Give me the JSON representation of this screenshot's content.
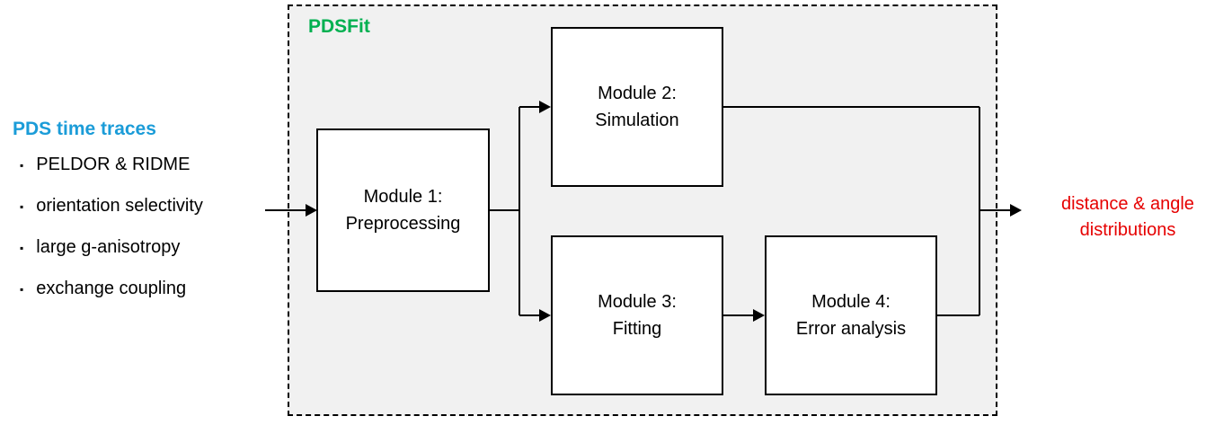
{
  "input": {
    "title": "PDS time traces",
    "title_color": "#1b9cd8",
    "items": [
      "PELDOR & RIDME",
      "orientation selectivity",
      "large g-anisotropy",
      "exchange coupling"
    ]
  },
  "system": {
    "label": "PDSFit",
    "label_color": "#00b050",
    "modules": [
      {
        "line1": "Module 1:",
        "line2": "Preprocessing"
      },
      {
        "line1": "Module 2:",
        "line2": "Simulation"
      },
      {
        "line1": "Module 3:",
        "line2": "Fitting"
      },
      {
        "line1": "Module 4:",
        "line2": "Error analysis"
      }
    ]
  },
  "output": {
    "line1": "distance & angle",
    "line2": "distributions",
    "color": "#e60000"
  },
  "icons": {
    "bullet": "▪"
  }
}
